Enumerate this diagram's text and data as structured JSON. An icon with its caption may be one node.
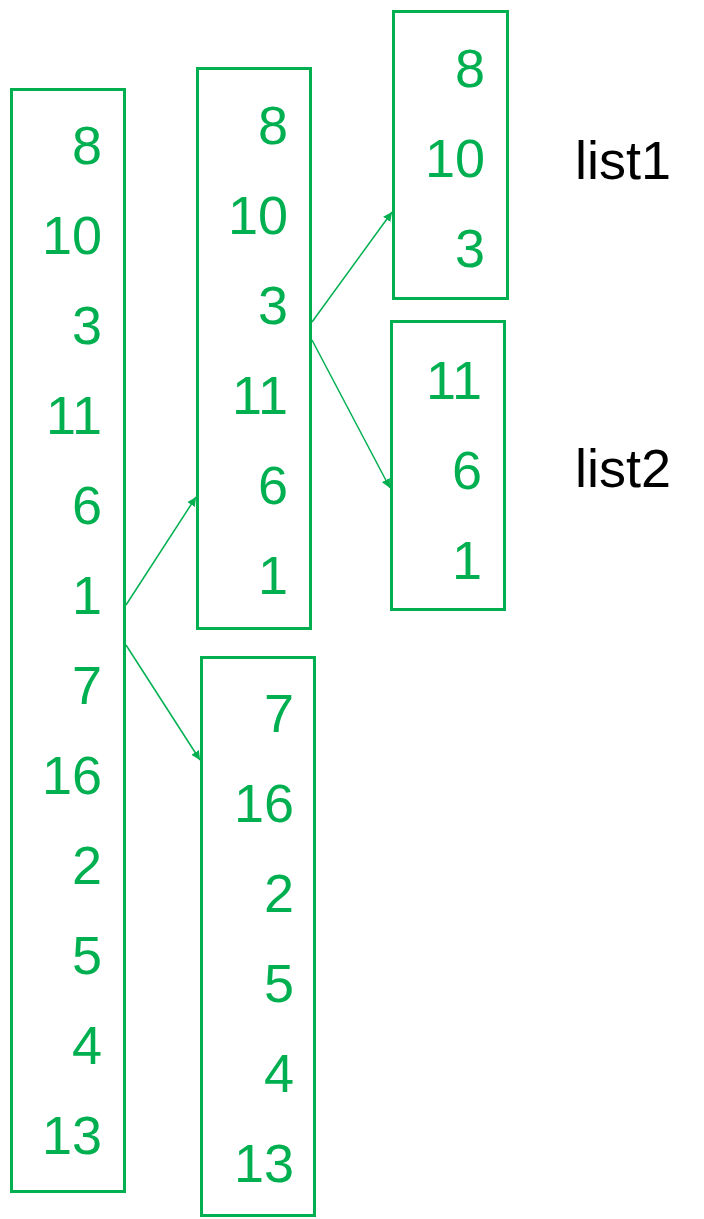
{
  "diagram": {
    "nodes": [
      {
        "text": [
          "8",
          "10",
          "3",
          "11",
          "6",
          "1",
          "7",
          "16",
          "2",
          "5",
          "4",
          "13"
        ]
      },
      {
        "text": [
          "8",
          "10",
          "3",
          "11",
          "6",
          "1"
        ]
      },
      {
        "text": [
          "7",
          "16",
          "2",
          "5",
          "4",
          "13"
        ]
      },
      {
        "text": [
          "8",
          "10",
          "3"
        ],
        "beside": [
          "list1"
        ]
      },
      {
        "text": [
          "11",
          "6",
          "1"
        ],
        "beside": [
          "list2"
        ]
      }
    ],
    "edges": [
      {
        "from": 0,
        "to": 1,
        "arrow": "to"
      },
      {
        "from": 0,
        "to": 2,
        "arrow": "to"
      },
      {
        "from": 1,
        "to": 3,
        "arrow": "to"
      },
      {
        "from": 1,
        "to": 4,
        "arrow": "to"
      }
    ]
  }
}
